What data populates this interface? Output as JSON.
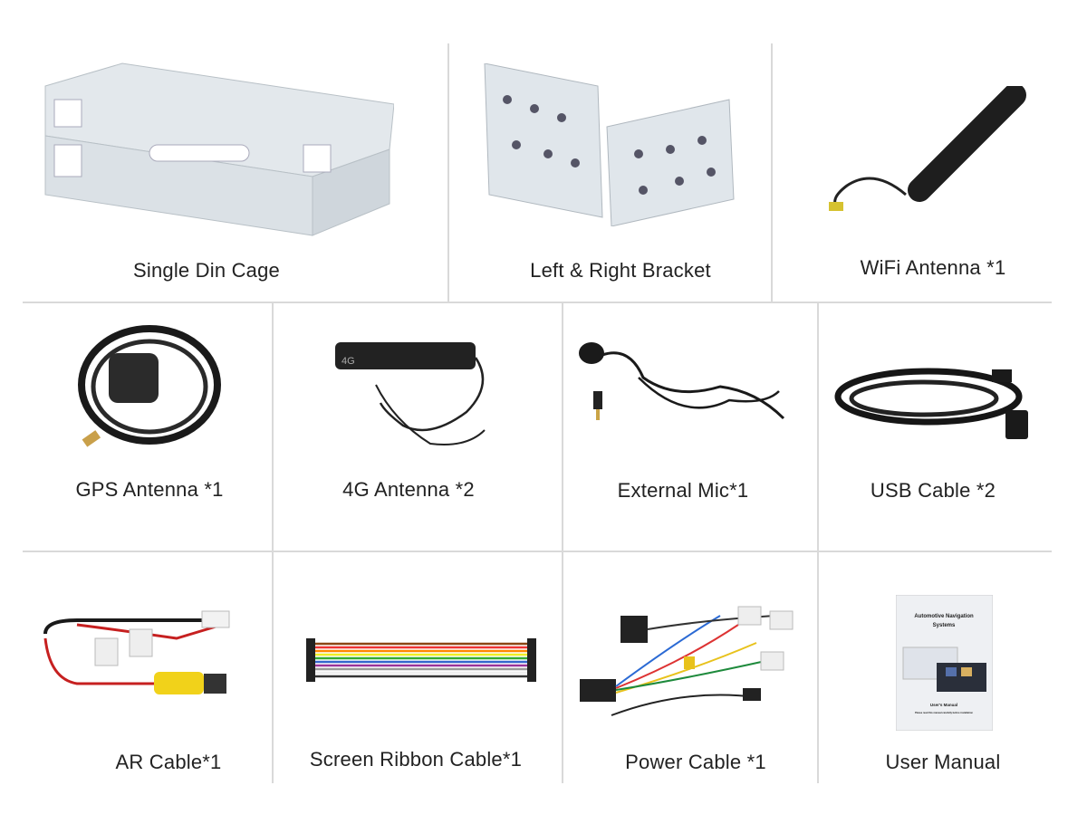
{
  "items": [
    {
      "label": "Single Din Cage"
    },
    {
      "label": "Left & Right Bracket"
    },
    {
      "label": "WiFi Antenna *1"
    },
    {
      "label": "GPS Antenna *1"
    },
    {
      "label": "4G Antenna *2"
    },
    {
      "label": "External Mic*1"
    },
    {
      "label": "USB Cable *2"
    },
    {
      "label": "AR Cable*1"
    },
    {
      "label": "Screen Ribbon Cable*1"
    },
    {
      "label": "Power Cable *1"
    },
    {
      "label": "User Manual"
    }
  ],
  "antenna_mark": "4G",
  "manual_cover": {
    "title_line1": "Automotive Navigation",
    "title_line2": "Systems",
    "subtitle": "User's Manual",
    "note": "Please read this manual carefully before installation"
  },
  "colors": {
    "grid_line": "#d9d9d9",
    "metal": "#dfe5ea",
    "cable": "#1c1c1c"
  }
}
